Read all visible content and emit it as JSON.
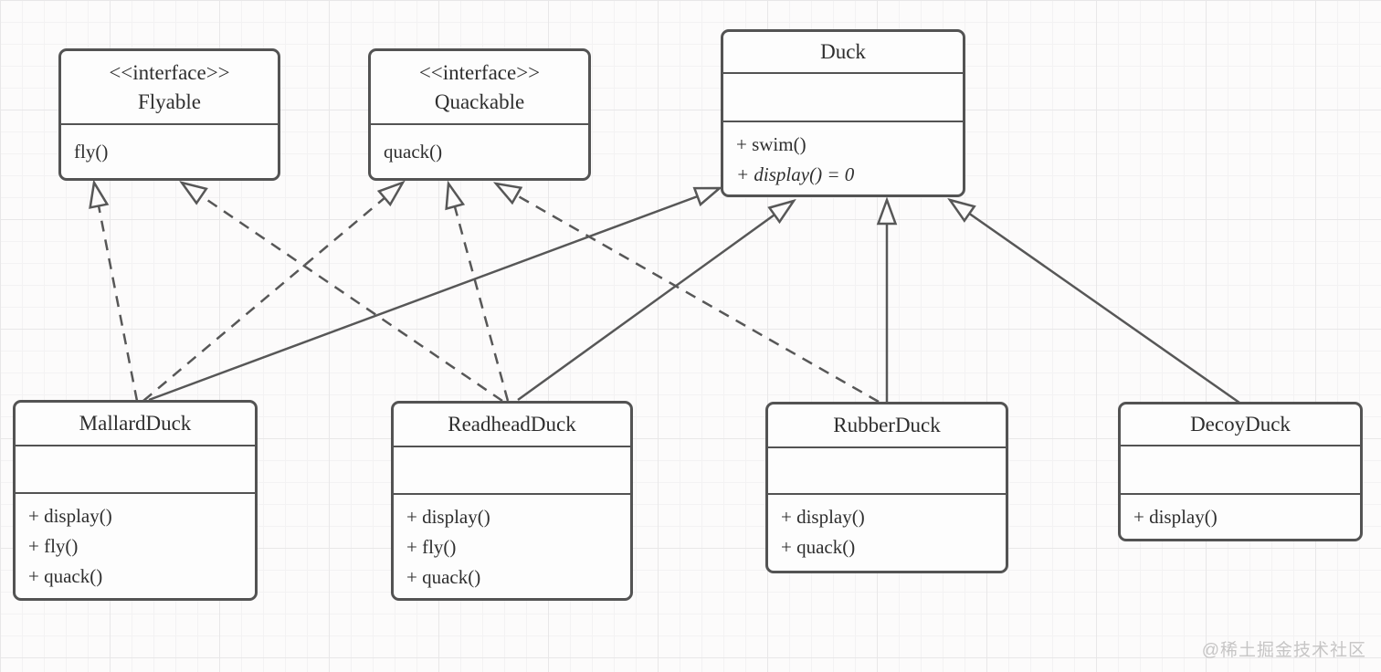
{
  "classes": [
    {
      "stereotype": "<<interface>>",
      "name": "Flyable",
      "attributes": [],
      "methods": [
        {
          "text": "fly()",
          "abstract": false
        }
      ]
    },
    {
      "stereotype": "<<interface>>",
      "name": "Quackable",
      "attributes": [],
      "methods": [
        {
          "text": "quack()",
          "abstract": false
        }
      ]
    },
    {
      "stereotype": "",
      "name": "Duck",
      "attributes": [],
      "methods": [
        {
          "text": "+ swim()",
          "abstract": false
        },
        {
          "text": "+ display() = 0",
          "abstract": true
        }
      ]
    },
    {
      "stereotype": "",
      "name": "MallardDuck",
      "attributes": [],
      "methods": [
        {
          "text": "+ display()",
          "abstract": false
        },
        {
          "text": "+ fly()",
          "abstract": false
        },
        {
          "text": "+ quack()",
          "abstract": false
        }
      ]
    },
    {
      "stereotype": "",
      "name": "ReadheadDuck",
      "attributes": [],
      "methods": [
        {
          "text": "+ display()",
          "abstract": false
        },
        {
          "text": "+ fly()",
          "abstract": false
        },
        {
          "text": "+ quack()",
          "abstract": false
        }
      ]
    },
    {
      "stereotype": "",
      "name": "RubberDuck",
      "attributes": [],
      "methods": [
        {
          "text": "+ display()",
          "abstract": false
        },
        {
          "text": "+ quack()",
          "abstract": false
        }
      ]
    },
    {
      "stereotype": "",
      "name": "DecoyDuck",
      "attributes": [],
      "methods": [
        {
          "text": "+ display()",
          "abstract": false
        }
      ]
    }
  ],
  "relationships": [
    {
      "from": "MallardDuck",
      "to": "Flyable",
      "type": "realization",
      "line": "dashed"
    },
    {
      "from": "ReadheadDuck",
      "to": "Flyable",
      "type": "realization",
      "line": "dashed"
    },
    {
      "from": "MallardDuck",
      "to": "Quackable",
      "type": "realization",
      "line": "dashed"
    },
    {
      "from": "ReadheadDuck",
      "to": "Quackable",
      "type": "realization",
      "line": "dashed"
    },
    {
      "from": "RubberDuck",
      "to": "Quackable",
      "type": "realization",
      "line": "dashed"
    },
    {
      "from": "MallardDuck",
      "to": "Duck",
      "type": "generalization",
      "line": "solid"
    },
    {
      "from": "ReadheadDuck",
      "to": "Duck",
      "type": "generalization",
      "line": "solid"
    },
    {
      "from": "RubberDuck",
      "to": "Duck",
      "type": "generalization",
      "line": "solid"
    },
    {
      "from": "DecoyDuck",
      "to": "Duck",
      "type": "generalization",
      "line": "solid"
    }
  ],
  "watermark": "@稀土掘金技术社区",
  "colors": {
    "background": "#fcfbfb",
    "grid_minor": "#f3f2f3",
    "grid_major": "#e8e7e8",
    "box_border": "#535353",
    "box_fill": "#fdfdfd",
    "line": "#575757",
    "text": "#2e2e2e",
    "watermark": "#c6c5c5"
  }
}
